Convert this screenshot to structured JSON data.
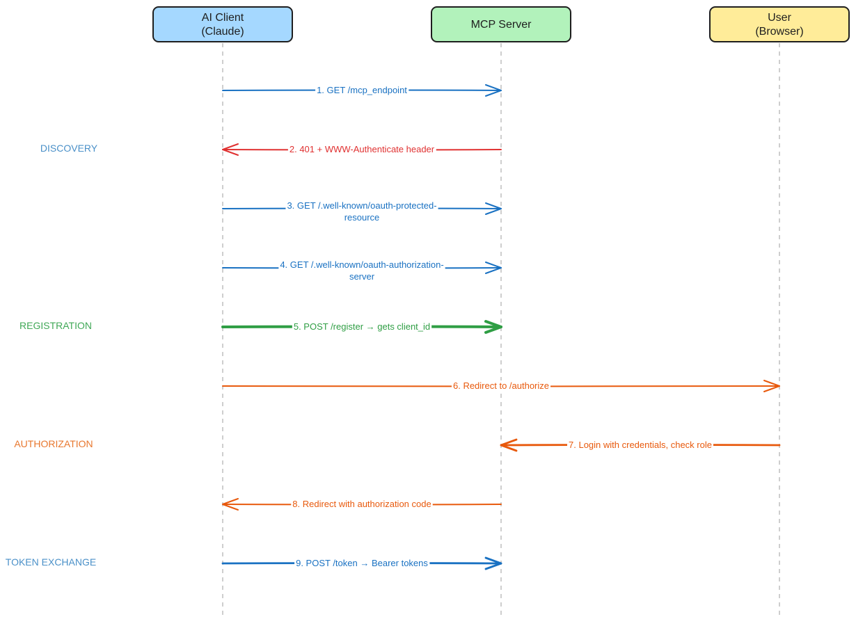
{
  "actors": [
    {
      "id": "client",
      "lines": [
        "AI Client",
        "(Claude)"
      ],
      "fill": "#a5d8ff"
    },
    {
      "id": "server",
      "lines": [
        "MCP Server"
      ],
      "fill": "#b2f2bb"
    },
    {
      "id": "user",
      "lines": [
        "User",
        "(Browser)"
      ],
      "fill": "#ffec99"
    }
  ],
  "phases": [
    {
      "label": "DISCOVERY",
      "color": "#4a90c8"
    },
    {
      "label": "REGISTRATION",
      "color": "#40a857"
    },
    {
      "label": "AUTHORIZATION",
      "color": "#e8772e"
    },
    {
      "label": "TOKEN EXCHANGE",
      "color": "#4a90c8"
    }
  ],
  "messages": [
    {
      "from": "client",
      "to": "server",
      "lines": [
        "1. GET /mcp_endpoint"
      ],
      "color": "#1971c2",
      "weight": "normal"
    },
    {
      "from": "server",
      "to": "client",
      "lines": [
        "2. 401 + WWW-Authenticate header"
      ],
      "color": "#e03131",
      "weight": "normal"
    },
    {
      "from": "client",
      "to": "server",
      "lines": [
        "3. GET /.well-known/oauth-protected-",
        "resource"
      ],
      "color": "#1971c2",
      "weight": "normal"
    },
    {
      "from": "client",
      "to": "server",
      "lines": [
        "4. GET /.well-known/oauth-authorization-",
        "server"
      ],
      "color": "#1971c2",
      "weight": "normal"
    },
    {
      "from": "client",
      "to": "server",
      "lines": [
        "5. POST /register → gets client_id"
      ],
      "color": "#2f9e44",
      "weight": "bold"
    },
    {
      "from": "client",
      "to": "user",
      "lines": [
        "6. Redirect to /authorize"
      ],
      "color": "#e8590c",
      "weight": "normal"
    },
    {
      "from": "user",
      "to": "server",
      "lines": [
        "7. Login with credentials, check role"
      ],
      "color": "#e8590c",
      "weight": "medium"
    },
    {
      "from": "server",
      "to": "client",
      "lines": [
        "8. Redirect with authorization code"
      ],
      "color": "#e8590c",
      "weight": "normal"
    },
    {
      "from": "client",
      "to": "server",
      "lines": [
        "9. POST /token → Bearer tokens"
      ],
      "color": "#1971c2",
      "weight": "medium"
    }
  ]
}
